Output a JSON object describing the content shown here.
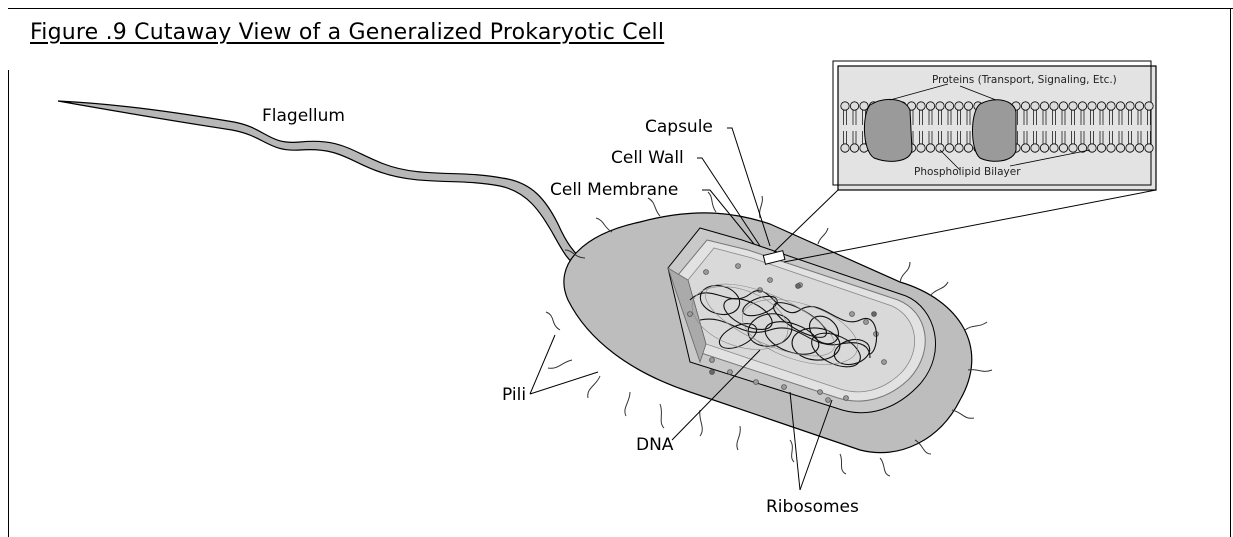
{
  "figure": {
    "title": "Figure .9 Cutaway View of a Generalized Prokaryotic Cell"
  },
  "labels": {
    "flagellum": "Flagellum",
    "capsule": "Capsule",
    "cell_wall": "Cell Wall",
    "cell_membrane": "Cell Membrane",
    "pili": "Pili",
    "dna": "DNA",
    "ribosomes": "Ribosomes"
  },
  "inset": {
    "proteins": "Proteins (Transport, Signaling, Etc.)",
    "bilayer": "Phospholipid Bilayer"
  },
  "colors": {
    "cell_body": "#bdbdbd",
    "cytoplasm": "#d6d6d6",
    "inset_bg": "#e3e3e3",
    "protein": "#9a9a9a",
    "line": "#000000"
  }
}
